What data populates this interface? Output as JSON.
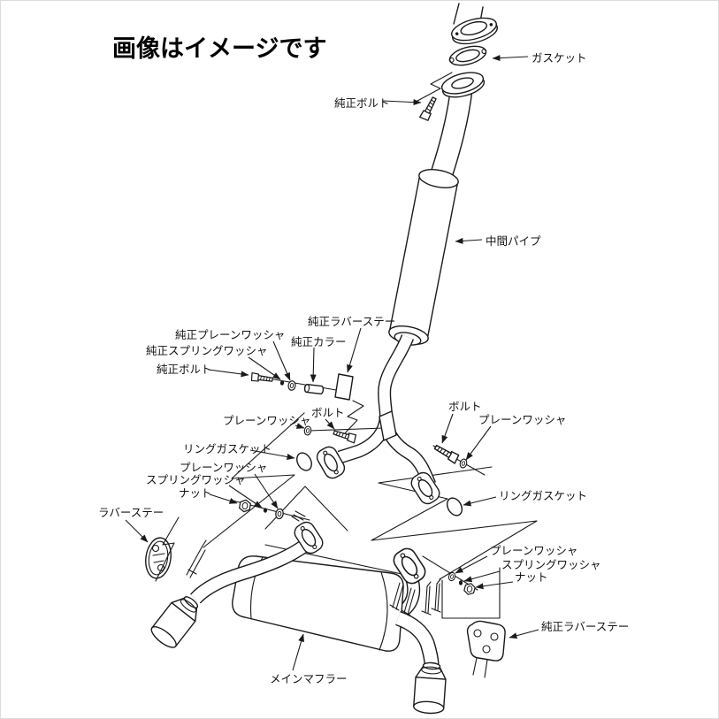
{
  "title": "画像はイメージです",
  "colors": {
    "ink": "#1a1a1a",
    "background": "#ffffff",
    "border": "#dcdcdc"
  },
  "labels": {
    "gasket": "ガスケット",
    "oem_bolt": "純正ボルト",
    "mid_pipe": "中間パイプ",
    "oem_rubber_stay": "純正ラバーステー",
    "oem_plain_washer": "純正プレーンワッシャ",
    "oem_collar": "純正カラー",
    "oem_spring_washer": "純正スプリングワッシャ",
    "plain_washer": "プレーンワッシャ",
    "bolt": "ボルト",
    "ring_gasket": "リングガスケット",
    "spring_washer": "スプリングワッシャ",
    "nut": "ナット",
    "rubber_stay": "ラバーステー",
    "main_muffler": "メインマフラー"
  }
}
